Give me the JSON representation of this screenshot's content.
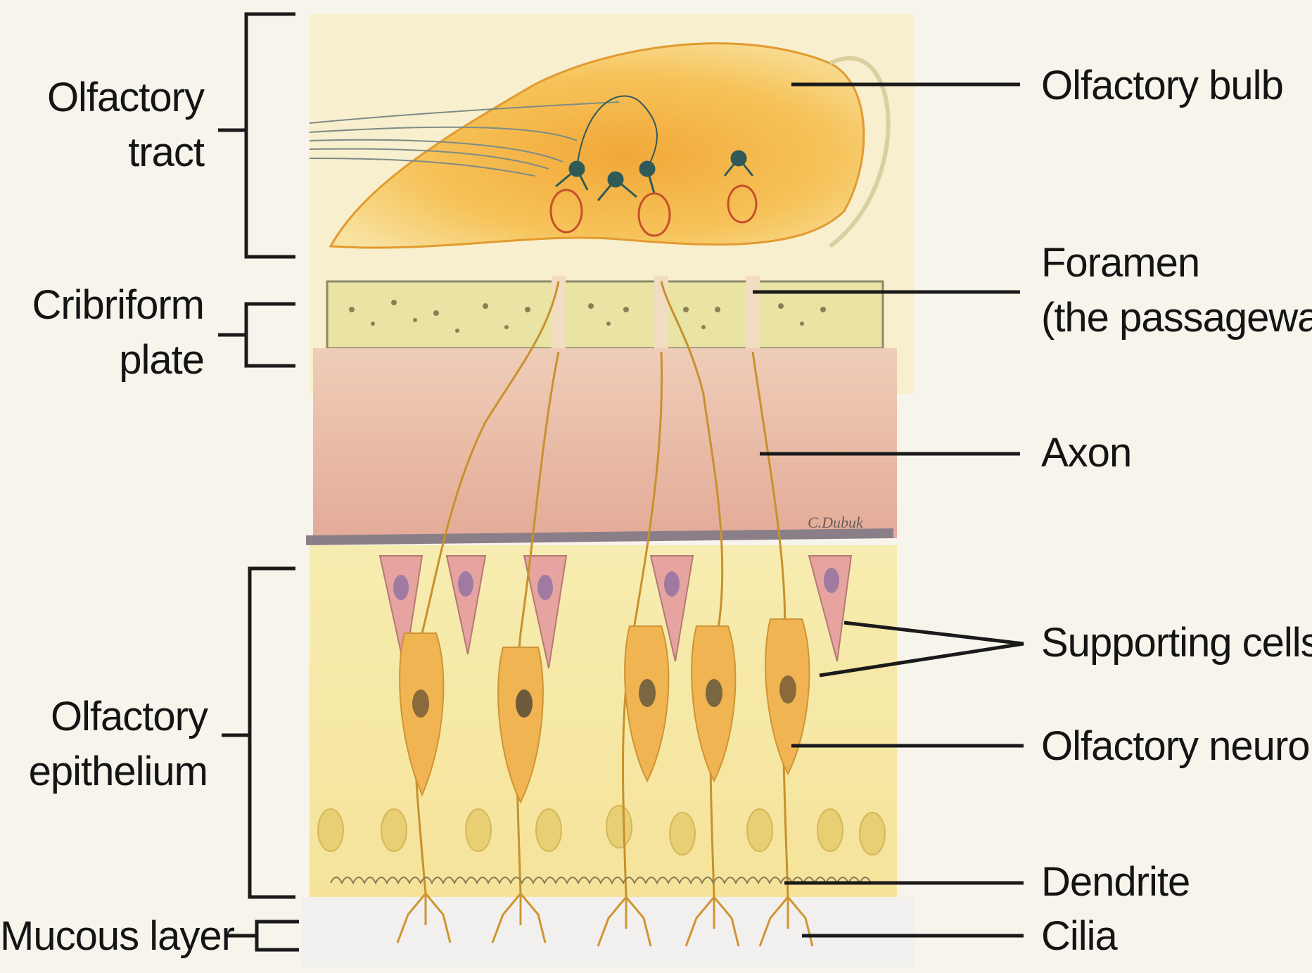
{
  "labels": {
    "left": {
      "olfactory_tract": [
        "Olfactory",
        "tract"
      ],
      "cribriform_plate": [
        "Cribriform",
        "plate"
      ],
      "olfactory_epithelium": [
        "Olfactory",
        "epithelium"
      ],
      "mucous_layer": "Mucous layer"
    },
    "right": {
      "olfactory_bulb": "Olfactory bulb",
      "foramen": [
        "Foramen",
        "(the passageway)"
      ],
      "axon": "Axon",
      "supporting_cells": "Supporting cells",
      "olfactory_neuron": "Olfactory neuron",
      "dendrite": "Dendrite",
      "cilia": "Cilia"
    }
  },
  "artist_signature": "C.Dubuk",
  "colors": {
    "bulb": "#f2b13c",
    "cribriform": "#e9e3a4",
    "lamina": "#e7b7a2",
    "epithelium": "#f6e7a2",
    "neuron": "#f0b552",
    "supporting_cell": "#e7a3a0",
    "mucus": "#f1f0ee"
  }
}
